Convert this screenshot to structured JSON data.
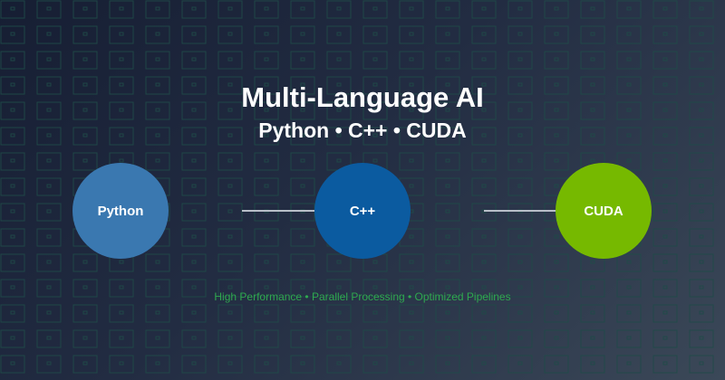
{
  "title": "Multi-Language AI",
  "subtitle": "Python • C++ • CUDA",
  "nodes": [
    {
      "label": "Python",
      "color": "#3a78b0"
    },
    {
      "label": "C++",
      "color": "#0b5ba0"
    },
    {
      "label": "CUDA",
      "color": "#76b900"
    }
  ],
  "footer": "High Performance • Parallel Processing • Optimized Pipelines"
}
